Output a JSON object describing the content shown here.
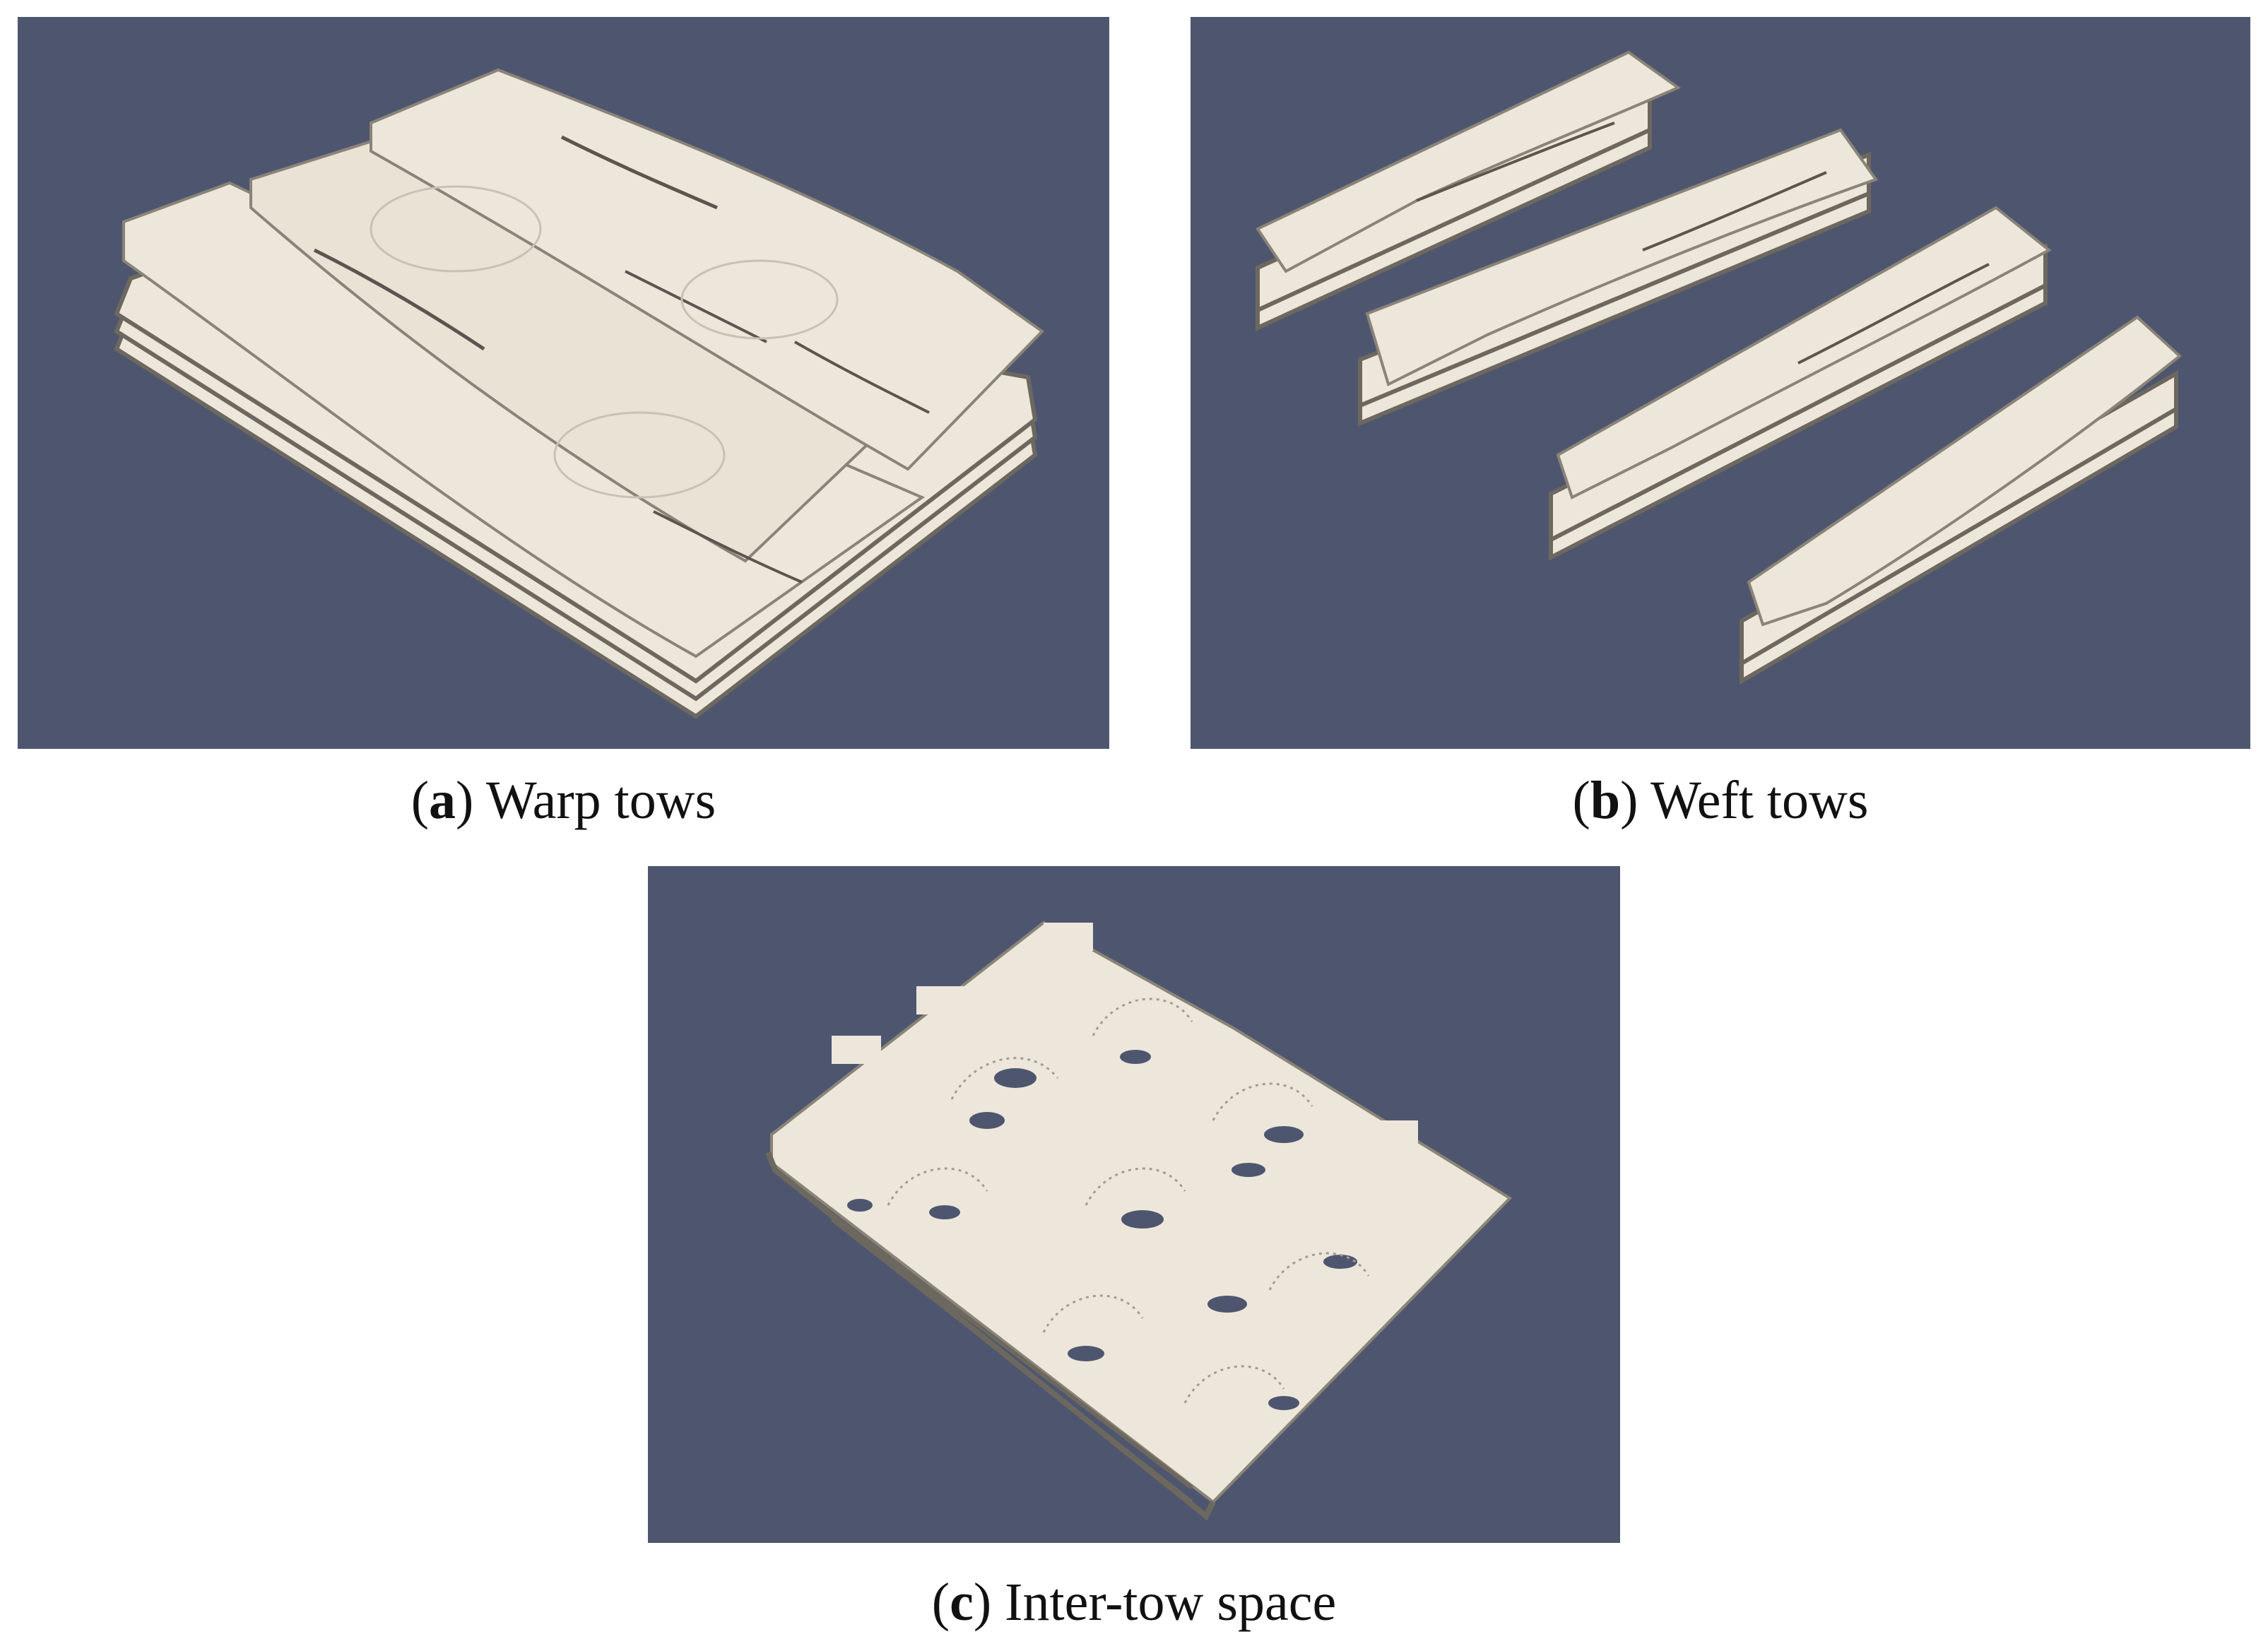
{
  "panels": [
    {
      "letter": "a",
      "caption": "Warp tows"
    },
    {
      "letter": "b",
      "caption": "Weft tows"
    },
    {
      "letter": "c",
      "caption": "Inter-tow space"
    }
  ],
  "colors": {
    "background": "#4e566f",
    "material": "#ede6da",
    "edge": "#8a8478",
    "caption_text": "#111111"
  }
}
